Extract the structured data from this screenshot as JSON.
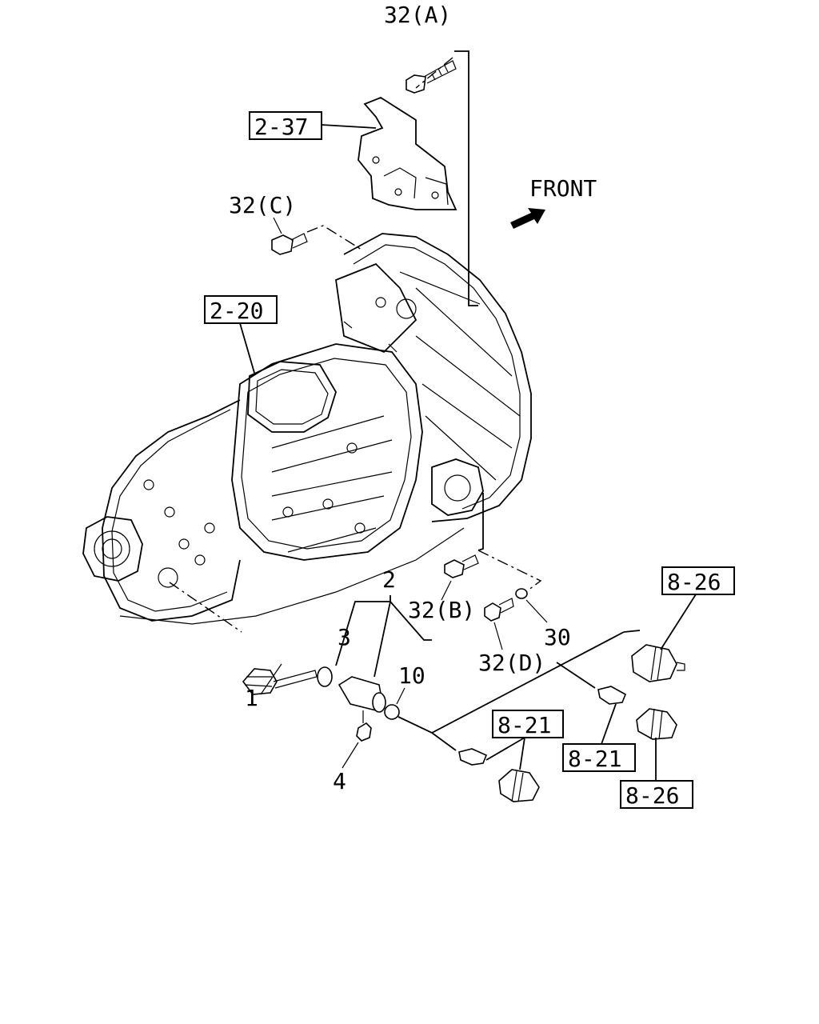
{
  "diagram": {
    "orientation_label": "FRONT",
    "callouts": {
      "c32a": "32(A)",
      "c32b": "32(B)",
      "c32c": "32(C)",
      "c32d": "32(D)",
      "c1": "1",
      "c2": "2",
      "c3": "3",
      "c4": "4",
      "c10": "10",
      "c30": "30"
    },
    "reference_boxes": {
      "r237": "2-37",
      "r220": "2-20",
      "r826_top": "8-26",
      "r826_bottom": "8-26",
      "r821_left": "8-21",
      "r821_right": "8-21"
    }
  }
}
